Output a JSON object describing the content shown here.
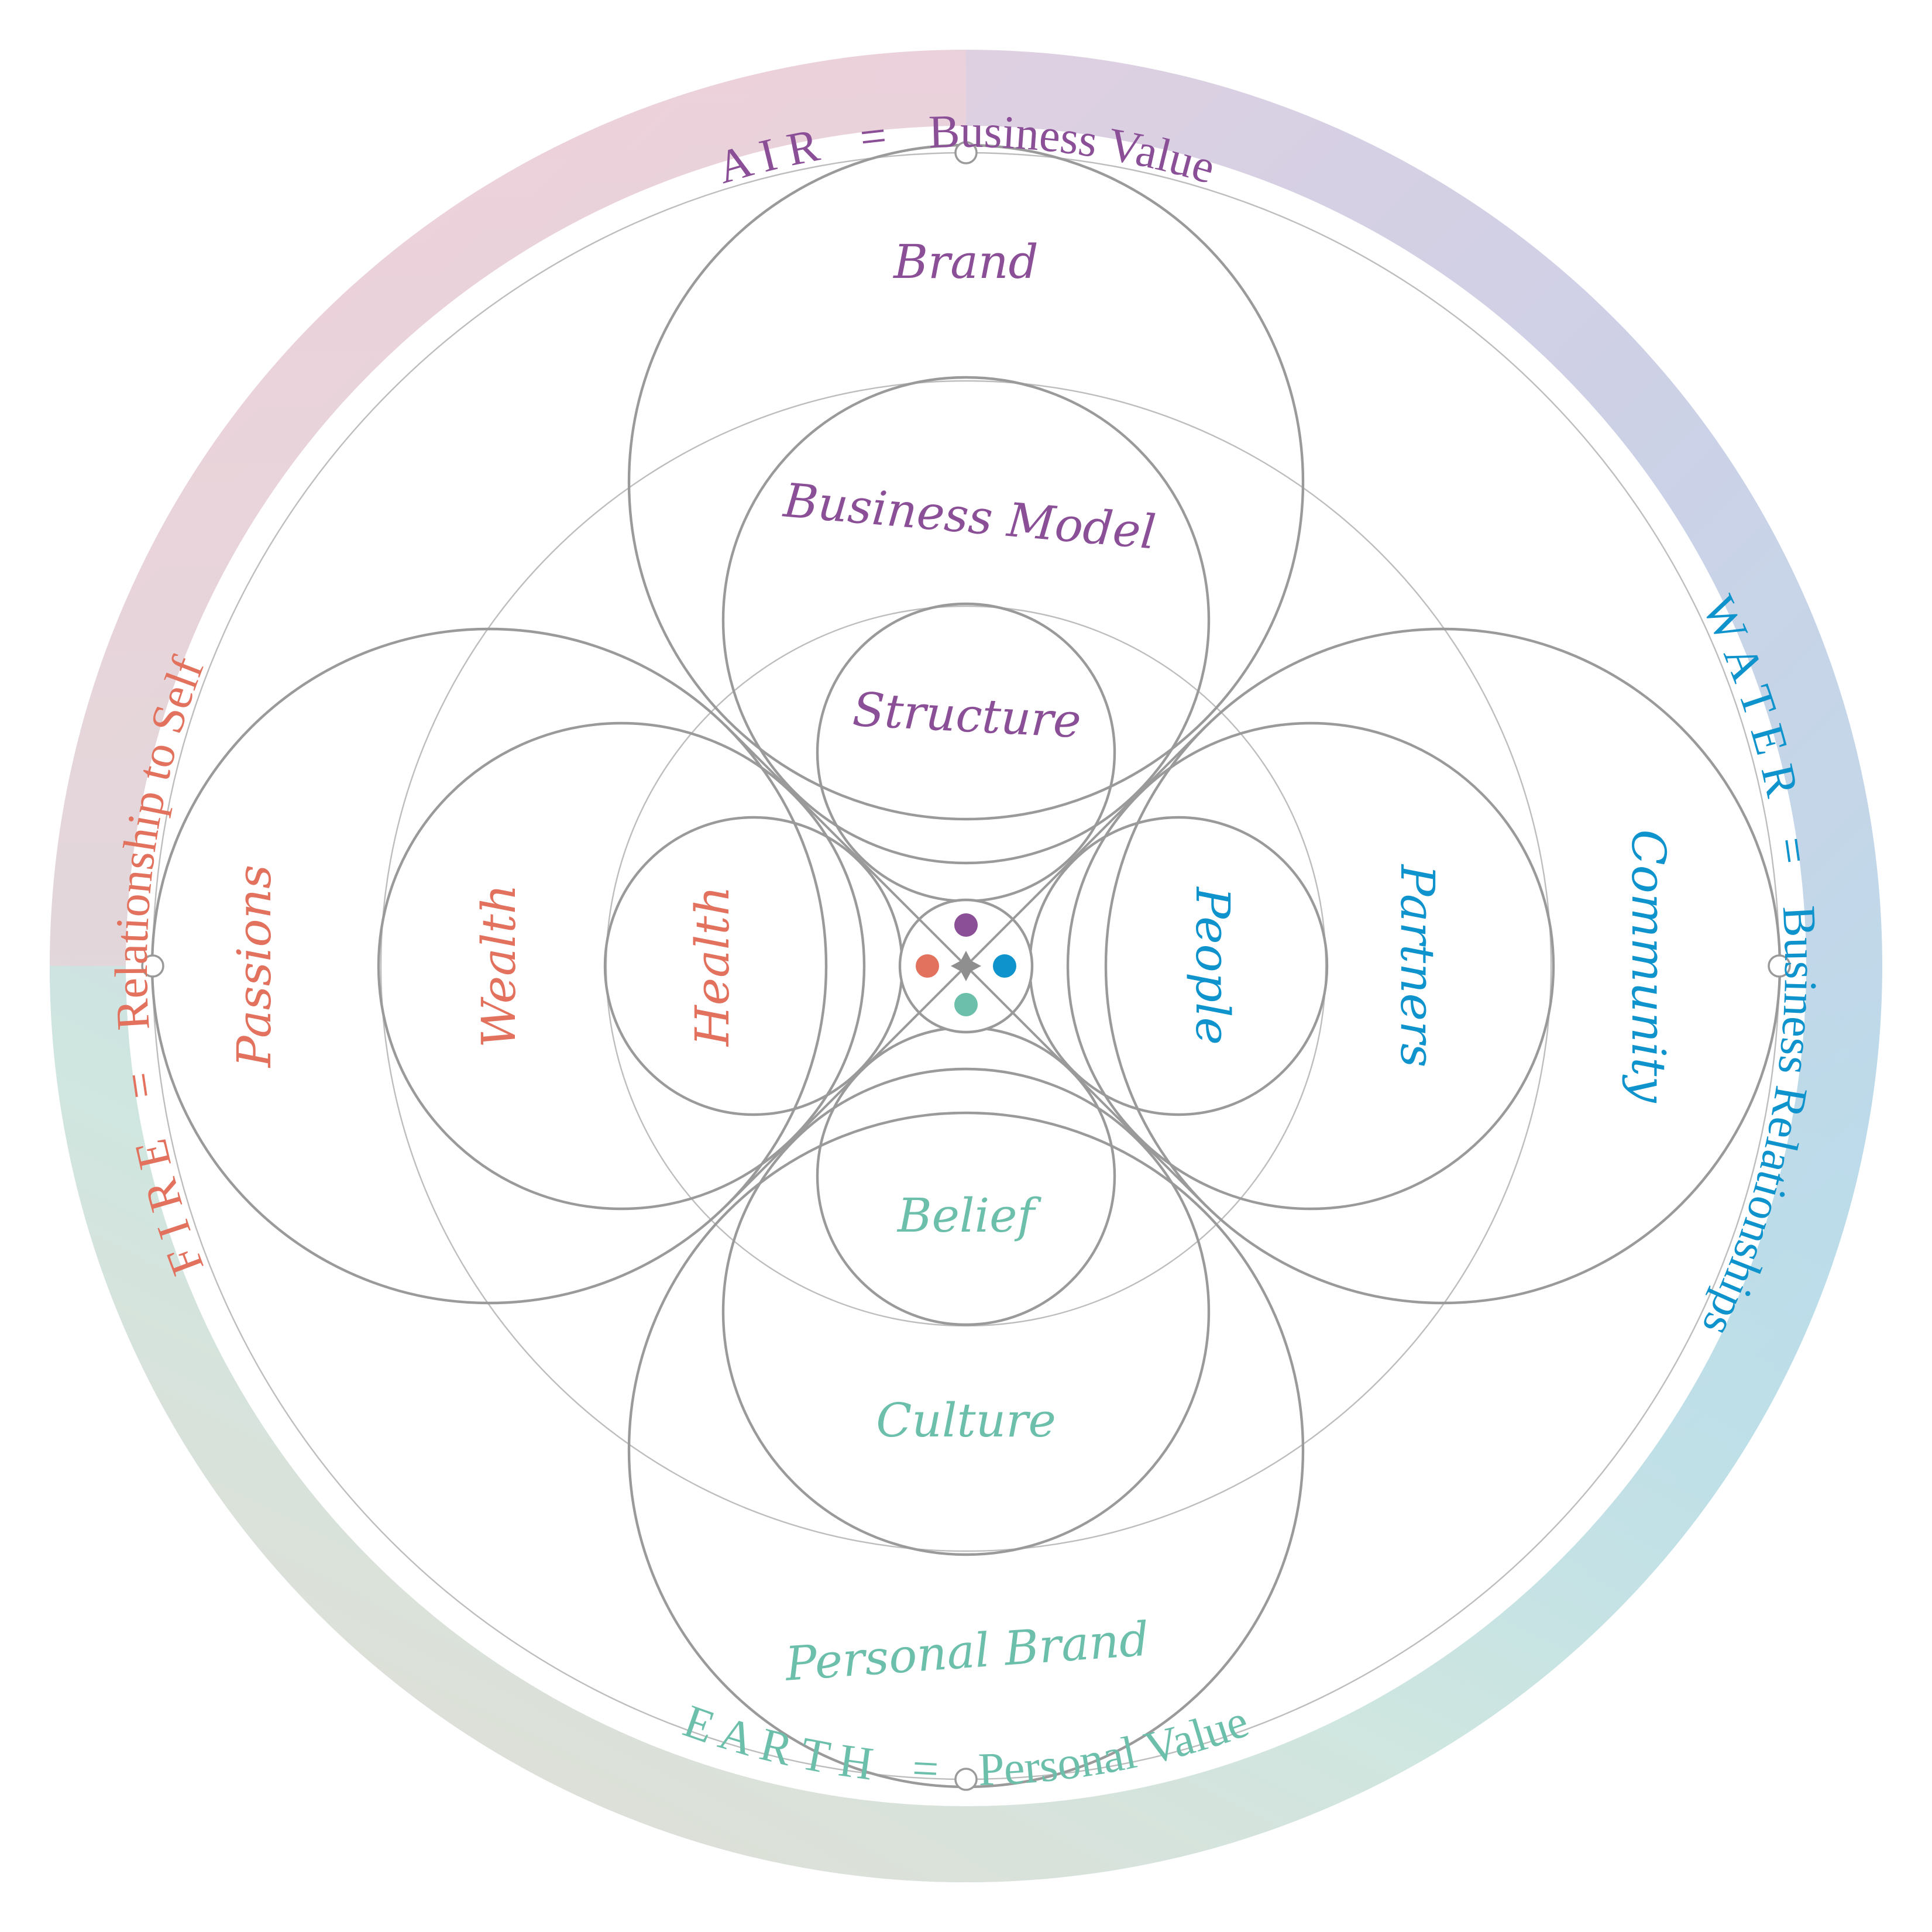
{
  "elements": {
    "air": {
      "name": "A I R",
      "equals": "=",
      "meaning": "Business Value"
    },
    "water": {
      "name": "W A T E R",
      "equals": "=",
      "meaning": "Business Relationships"
    },
    "earth": {
      "name": "E A R T H",
      "equals": "=",
      "meaning": "Personal Value"
    },
    "fire": {
      "name": "F I R E",
      "equals": "=",
      "meaning": "Relationship to Self"
    }
  },
  "quadrants": {
    "air": [
      "Brand",
      "Business Model",
      "Structure"
    ],
    "water": [
      "Community",
      "Partners",
      "People"
    ],
    "earth": [
      "Personal Brand",
      "Culture",
      "Belief"
    ],
    "fire": [
      "Passions",
      "Wealth",
      "Health"
    ]
  },
  "colors": {
    "air": "#8a4f96",
    "water": "#0f93cc",
    "earth": "#6cbfaa",
    "fire": "#e2715e",
    "ring_air": "#dccde2",
    "ring_water": "#b0dcec",
    "ring_earth": "#bfe4dc",
    "ring_fire": "#f2cfcf",
    "line": "#9a9a9a",
    "thin_line": "#bdbdbd"
  }
}
